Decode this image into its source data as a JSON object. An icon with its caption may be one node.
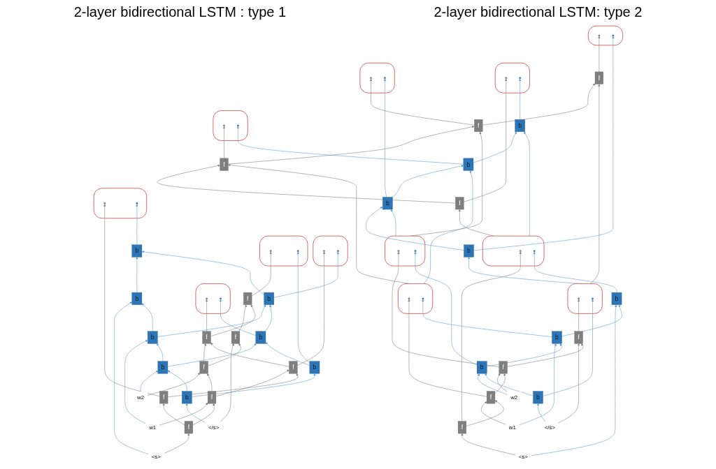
{
  "diagram": {
    "nodes": [
      {
        "text": [],
        "shape": "ellipse"
      },
      {
        "text": [],
        "shape": "circle",
        "in": 0
      },
      {
        "text": [],
        "shape": "circle",
        "in": 0
      },
      {
        "text": [],
        "shape": "ellipse"
      },
      {
        "text": [],
        "shape": "circle",
        "in": 3
      },
      {
        "text": [],
        "shape": "circle",
        "in": 3
      },
      {
        "text": [],
        "shape": "ellipse"
      },
      {
        "text": [],
        "shape": "circle",
        "in": 6
      },
      {
        "text": [],
        "shape": "circle",
        "in": 6
      },
      {
        "text": [],
        "shape": "ellipse"
      },
      {
        "text": [],
        "shape": "circle",
        "in": 9
      },
      {
        "text": [],
        "shape": "circle",
        "in": 9
      },
      {
        "text": [
          "b"
        ]
      },
      {
        "text": [
          "b"
        ]
      },
      {
        "text": [
          "b"
        ]
      },
      {
        "text": [
          "b"
        ]
      },
      {
        "text": [
          "b"
        ]
      },
      {
        "text": [
          "b"
        ]
      },
      {
        "text": [
          "b"
        ]
      },
      {
        "text": [
          "b"
        ]
      },
      {
        "text": [
          "f"
        ]
      },
      {
        "text": [
          "f"
        ]
      },
      {
        "text": [
          "f"
        ]
      },
      {
        "text": [
          "f"
        ]
      },
      {
        "text": [
          "f"
        ]
      },
      {
        "text": [
          "f"
        ]
      },
      {
        "text": [
          "f"
        ]
      },
      {
        "text": [
          "f"
        ]
      },
      {
        "text": [
          "<s>"
        ]
      },
      {
        "text": [
          "w1"
        ]
      },
      {
        "text": [
          "w2"
        ]
      },
      {
        "text": [
          "</s>"
        ]
      },
      {
        "text": [],
        "shape": "ellipse"
      },
      {
        "text": [],
        "shape": "circle",
        "in": 32
      },
      {
        "text": [],
        "shape": "circle",
        "in": 32
      },
      {
        "text": [],
        "shape": "ellipse"
      },
      {
        "text": [],
        "shape": "circle",
        "in": 35
      },
      {
        "text": [],
        "shape": "circle",
        "in": 35
      },
      {
        "text": [],
        "shape": "ellipse"
      },
      {
        "text": [],
        "shape": "circle",
        "in": 38
      },
      {
        "text": [],
        "shape": "circle",
        "in": 38
      },
      {
        "text": [],
        "shape": "ellipse"
      },
      {
        "text": [],
        "shape": "circle",
        "in": 41
      },
      {
        "text": [],
        "shape": "circle",
        "in": 41
      },
      {
        "text": [
          "b"
        ]
      },
      {
        "text": [
          "b"
        ]
      },
      {
        "text": [
          "b"
        ]
      },
      {
        "text": [
          "b"
        ]
      },
      {
        "text": [
          "f"
        ]
      },
      {
        "text": [
          "f"
        ]
      },
      {
        "text": [
          "f"
        ]
      },
      {
        "text": [
          "f"
        ]
      },
      {
        "text": [],
        "shape": "ellipse"
      },
      {
        "text": [],
        "shape": "circle",
        "in": 52
      },
      {
        "text": [],
        "shape": "circle",
        "in": 52
      },
      {
        "text": [],
        "shape": "ellipse"
      },
      {
        "text": [],
        "shape": "circle",
        "in": 55
      },
      {
        "text": [],
        "shape": "circle",
        "in": 55
      },
      {
        "text": [],
        "shape": "ellipse"
      },
      {
        "text": [],
        "shape": "circle",
        "in": 58
      },
      {
        "text": [],
        "shape": "circle",
        "in": 58
      },
      {
        "text": [],
        "shape": "ellipse"
      },
      {
        "text": [],
        "shape": "circle",
        "in": 61
      },
      {
        "text": [],
        "shape": "circle",
        "in": 61
      },
      {
        "text": [
          "b"
        ]
      },
      {
        "text": [
          "b"
        ]
      },
      {
        "text": [
          "b"
        ]
      },
      {
        "text": [
          "b"
        ]
      },
      {
        "text": [
          "f"
        ]
      },
      {
        "text": [
          "f"
        ]
      },
      {
        "text": [
          "f"
        ]
      },
      {
        "text": [
          "f"
        ]
      },
      {
        "text": [
          "<s>"
        ]
      },
      {
        "text": [
          "w1"
        ]
      },
      {
        "text": [
          "w2"
        ]
      },
      {
        "text": [
          "</s>"
        ]
      }
    ],
    "edges": [
      {
        "from": 28,
        "to": 24,
        "arrow": "to",
        "color": "#7f7f7f"
      },
      {
        "from": 29,
        "to": 25,
        "arrow": "to",
        "color": "#7f7f7f"
      },
      {
        "from": 30,
        "to": 26,
        "arrow": "to",
        "color": "#7f7f7f"
      },
      {
        "from": 31,
        "to": 27,
        "arrow": "to",
        "color": "#7f7f7f"
      },
      {
        "from": 28,
        "to": 16,
        "arrow": "to",
        "color": "#5b9bd5"
      },
      {
        "from": 29,
        "to": 17,
        "arrow": "to",
        "color": "#5b9bd5"
      },
      {
        "from": 30,
        "to": 18,
        "arrow": "to",
        "color": "#5b9bd5"
      },
      {
        "from": 31,
        "to": 19,
        "arrow": "to",
        "color": "#5b9bd5"
      },
      {
        "from": 24,
        "to": 25,
        "arrow": "to",
        "color": "#7f7f7f"
      },
      {
        "from": 25,
        "to": 26,
        "arrow": "to",
        "color": "#7f7f7f"
      },
      {
        "from": 26,
        "to": 27,
        "arrow": "to",
        "color": "#7f7f7f"
      },
      {
        "from": 24,
        "to": 20,
        "arrow": "to",
        "color": "#7f7f7f"
      },
      {
        "from": 25,
        "to": 21,
        "arrow": "to",
        "color": "#7f7f7f"
      },
      {
        "from": 26,
        "to": 22,
        "arrow": "to",
        "color": "#7f7f7f"
      },
      {
        "from": 27,
        "to": 23,
        "arrow": "to",
        "color": "#7f7f7f"
      },
      {
        "from": 20,
        "to": 21,
        "arrow": "to",
        "color": "#7f7f7f"
      },
      {
        "from": 21,
        "to": 22,
        "arrow": "to",
        "color": "#7f7f7f"
      },
      {
        "from": 22,
        "to": 23,
        "arrow": "to",
        "color": "#7f7f7f"
      },
      {
        "from": 20,
        "to": 1,
        "arrow": "to",
        "color": "#7f7f7f"
      },
      {
        "from": 21,
        "to": 4,
        "arrow": "to",
        "color": "#7f7f7f"
      },
      {
        "from": 22,
        "to": 7,
        "arrow": "to",
        "color": "#7f7f7f"
      },
      {
        "from": 23,
        "to": 10,
        "arrow": "to",
        "color": "#7f7f7f"
      },
      {
        "from": 17,
        "to": 16,
        "arrow": "to",
        "color": "#5b9bd5"
      },
      {
        "from": 18,
        "to": 17,
        "arrow": "to",
        "color": "#5b9bd5"
      },
      {
        "from": 19,
        "to": 18,
        "arrow": "to",
        "color": "#5b9bd5"
      },
      {
        "from": 16,
        "to": 12,
        "arrow": "to",
        "color": "#5b9bd5"
      },
      {
        "from": 17,
        "to": 13,
        "arrow": "to",
        "color": "#5b9bd5"
      },
      {
        "from": 18,
        "to": 14,
        "arrow": "to",
        "color": "#5b9bd5"
      },
      {
        "from": 19,
        "to": 15,
        "arrow": "to",
        "color": "#5b9bd5"
      },
      {
        "from": 13,
        "to": 12,
        "arrow": "to",
        "color": "#5b9bd5"
      },
      {
        "from": 14,
        "to": 13,
        "arrow": "to",
        "color": "#5b9bd5"
      },
      {
        "from": 15,
        "to": 14,
        "arrow": "to",
        "color": "#5b9bd5"
      },
      {
        "from": 12,
        "to": 2,
        "arrow": "to",
        "color": "#5b9bd5"
      },
      {
        "from": 13,
        "to": 5,
        "arrow": "to",
        "color": "#5b9bd5"
      },
      {
        "from": 14,
        "to": 8,
        "arrow": "to",
        "color": "#5b9bd5"
      },
      {
        "from": 15,
        "to": 11,
        "arrow": "to",
        "color": "#5b9bd5"
      },
      {
        "from": 72,
        "to": 68,
        "arrow": "to",
        "color": "#7f7f7f"
      },
      {
        "from": 73,
        "to": 69,
        "arrow": "to",
        "color": "#7f7f7f"
      },
      {
        "from": 74,
        "to": 70,
        "arrow": "to",
        "color": "#7f7f7f"
      },
      {
        "from": 75,
        "to": 71,
        "arrow": "to",
        "color": "#7f7f7f"
      },
      {
        "from": 72,
        "to": 64,
        "arrow": "to",
        "color": "#5b9bd5"
      },
      {
        "from": 73,
        "to": 65,
        "arrow": "to",
        "color": "#5b9bd5"
      },
      {
        "from": 74,
        "to": 66,
        "arrow": "to",
        "color": "#5b9bd5"
      },
      {
        "from": 75,
        "to": 67,
        "arrow": "to",
        "color": "#5b9bd5"
      },
      {
        "from": 68,
        "to": 69,
        "arrow": "to",
        "color": "#7f7f7f"
      },
      {
        "from": 69,
        "to": 70,
        "arrow": "to",
        "color": "#7f7f7f"
      },
      {
        "from": 70,
        "to": 71,
        "arrow": "to",
        "color": "#7f7f7f"
      },
      {
        "from": 65,
        "to": 64,
        "arrow": "to",
        "color": "#5b9bd5"
      },
      {
        "from": 66,
        "to": 65,
        "arrow": "to",
        "color": "#5b9bd5"
      },
      {
        "from": 67,
        "to": 66,
        "arrow": "to",
        "color": "#5b9bd5"
      },
      {
        "from": 68,
        "to": 53,
        "arrow": "to",
        "color": "#7f7f7f"
      },
      {
        "from": 69,
        "to": 56,
        "arrow": "to",
        "color": "#7f7f7f"
      },
      {
        "from": 70,
        "to": 59,
        "arrow": "to",
        "color": "#7f7f7f"
      },
      {
        "from": 71,
        "to": 62,
        "arrow": "to",
        "color": "#7f7f7f"
      },
      {
        "from": 64,
        "to": 54,
        "arrow": "to",
        "color": "#5b9bd5"
      },
      {
        "from": 65,
        "to": 57,
        "arrow": "to",
        "color": "#5b9bd5"
      },
      {
        "from": 66,
        "to": 60,
        "arrow": "to",
        "color": "#5b9bd5"
      },
      {
        "from": 67,
        "to": 63,
        "arrow": "to",
        "color": "#5b9bd5"
      },
      {
        "from": 52,
        "to": 48,
        "arrow": "to",
        "color": "#7f7f7f"
      },
      {
        "from": 55,
        "to": 49,
        "arrow": "to",
        "color": "#7f7f7f"
      },
      {
        "from": 58,
        "to": 50,
        "arrow": "to",
        "color": "#7f7f7f"
      },
      {
        "from": 61,
        "to": 51,
        "arrow": "to",
        "color": "#7f7f7f"
      },
      {
        "from": 52,
        "to": 44,
        "arrow": "to",
        "color": "#5b9bd5"
      },
      {
        "from": 55,
        "to": 45,
        "arrow": "to",
        "color": "#5b9bd5"
      },
      {
        "from": 58,
        "to": 46,
        "arrow": "to",
        "color": "#5b9bd5"
      },
      {
        "from": 61,
        "to": 47,
        "arrow": "to",
        "color": "#5b9bd5"
      },
      {
        "from": 48,
        "to": 49,
        "arrow": "to",
        "color": "#7f7f7f"
      },
      {
        "from": 49,
        "to": 50,
        "arrow": "to",
        "color": "#7f7f7f"
      },
      {
        "from": 50,
        "to": 51,
        "arrow": "to",
        "color": "#7f7f7f"
      },
      {
        "from": 45,
        "to": 44,
        "arrow": "to",
        "color": "#5b9bd5"
      },
      {
        "from": 46,
        "to": 45,
        "arrow": "to",
        "color": "#5b9bd5"
      },
      {
        "from": 47,
        "to": 46,
        "arrow": "to",
        "color": "#5b9bd5"
      },
      {
        "from": 48,
        "to": 33,
        "arrow": "to",
        "color": "#7f7f7f"
      },
      {
        "from": 49,
        "to": 36,
        "arrow": "to",
        "color": "#7f7f7f"
      },
      {
        "from": 50,
        "to": 39,
        "arrow": "to",
        "color": "#7f7f7f"
      },
      {
        "from": 51,
        "to": 42,
        "arrow": "to",
        "color": "#7f7f7f"
      },
      {
        "from": 44,
        "to": 34,
        "arrow": "to",
        "color": "#5b9bd5"
      },
      {
        "from": 45,
        "to": 37,
        "arrow": "to",
        "color": "#5b9bd5"
      },
      {
        "from": 46,
        "to": 40,
        "arrow": "to",
        "color": "#5b9bd5"
      },
      {
        "from": 47,
        "to": 43,
        "arrow": "to",
        "color": "#5b9bd5"
      }
    ],
    "labels": [
      "2-layer bidirectional LSTM : type 1",
      "2-layer bidirectional LSTM: type 2"
    ]
  }
}
